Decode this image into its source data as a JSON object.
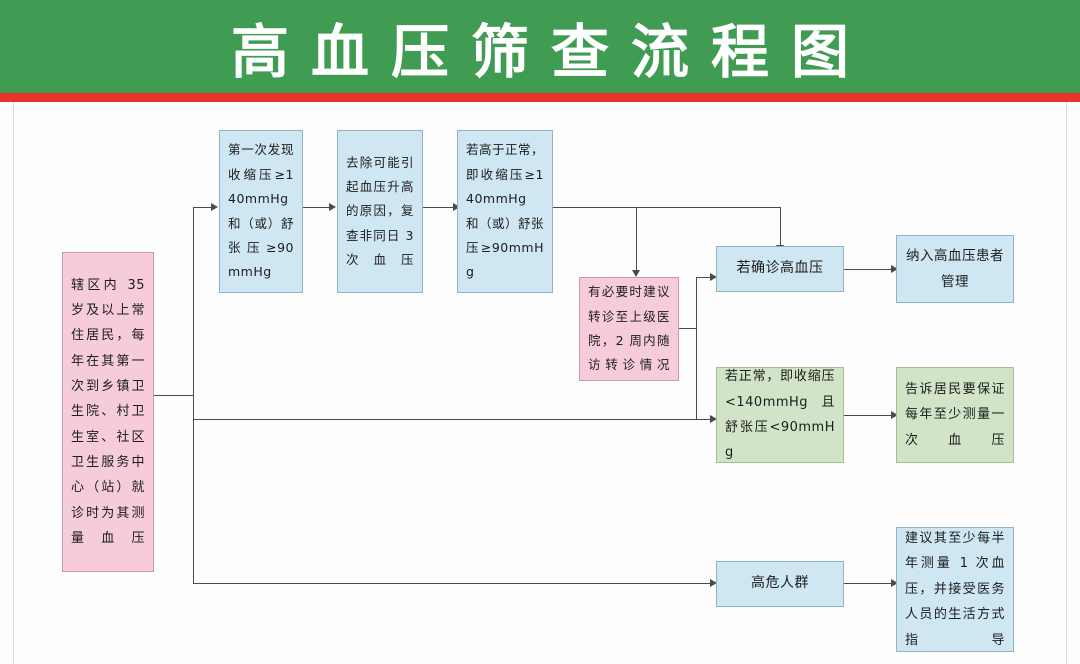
{
  "header": {
    "title": "高血压筛查流程图",
    "banner_color": "#419c53",
    "stripe_color": "#e8322a",
    "title_color": "#ffffff"
  },
  "colors": {
    "blue_fill": "#cfe7f2",
    "pink_fill": "#f7ccda",
    "green_fill": "#d2e4c8",
    "line": "#4b4b4b",
    "frame": "#cfded0"
  },
  "flowchart": {
    "type": "flowchart",
    "nodes": [
      {
        "id": "start",
        "label": "辖区内 35 岁及以上常住居民，每年在其第一次到乡镇卫生院、村卫生室、社区卫生服务中心（站）就诊时为其测量血压",
        "fill": "pink"
      },
      {
        "id": "first-finding",
        "label": "第一次发现收缩压≥140mmHg 和（或）舒张压≥90mmHg",
        "fill": "blue"
      },
      {
        "id": "remove-causes",
        "label": "去除可能引起血压升高的原因，复查非同日 3 次血压",
        "fill": "blue"
      },
      {
        "id": "above-normal",
        "label": "若高于正常，即收缩压≥140mmHg 和（或）舒张压≥90mmHg",
        "fill": "blue"
      },
      {
        "id": "referral",
        "label": "有必要时建议转诊至上级医院，2 周内随访转诊情况",
        "fill": "pink"
      },
      {
        "id": "confirmed",
        "label": "若确诊高血压",
        "fill": "blue"
      },
      {
        "id": "patient-management",
        "label": "纳入高血压患者管理",
        "fill": "blue"
      },
      {
        "id": "normal",
        "label": "若正常，即收缩压<140mmHg 且舒张压<90mmHg",
        "fill": "green"
      },
      {
        "id": "annual-measure",
        "label": "告诉居民要保证每年至少测量一次血压",
        "fill": "green"
      },
      {
        "id": "high-risk",
        "label": "高危人群",
        "fill": "blue"
      },
      {
        "id": "high-risk-advice",
        "label": "建议其至少每半年测量 1 次血压，并接受医务人员的生活方式指导",
        "fill": "blue"
      }
    ],
    "edges": [
      {
        "from": "start",
        "to": "first-finding"
      },
      {
        "from": "first-finding",
        "to": "remove-causes"
      },
      {
        "from": "remove-causes",
        "to": "above-normal"
      },
      {
        "from": "above-normal",
        "to": "referral"
      },
      {
        "from": "above-normal",
        "to": "confirmed"
      },
      {
        "from": "referral",
        "to": "confirmed"
      },
      {
        "from": "referral",
        "to": "normal"
      },
      {
        "from": "confirmed",
        "to": "patient-management"
      },
      {
        "from": "start",
        "to": "normal"
      },
      {
        "from": "normal",
        "to": "annual-measure"
      },
      {
        "from": "start",
        "to": "high-risk"
      },
      {
        "from": "high-risk",
        "to": "high-risk-advice"
      }
    ]
  }
}
